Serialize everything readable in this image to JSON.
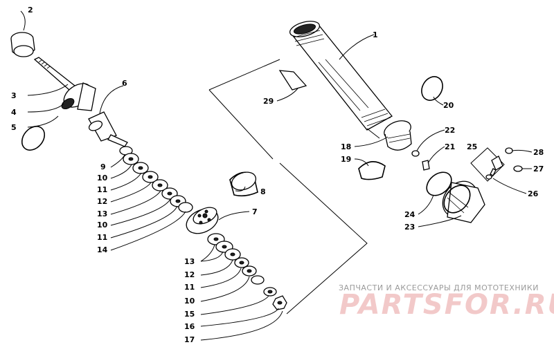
{
  "diagram": {
    "callouts": {
      "c1": "1",
      "c2": "2",
      "c3": "3",
      "c4": "4",
      "c5": "5",
      "c6": "6",
      "c7": "7",
      "c8": "8",
      "c9": "9",
      "c10a": "10",
      "c11a": "11",
      "c12a": "12",
      "c13a": "13",
      "c10b": "10",
      "c11b": "11",
      "c14": "14",
      "c13b": "13",
      "c12b": "12",
      "c11c": "11",
      "c10c": "10",
      "c15": "15",
      "c16": "16",
      "c17": "17",
      "c18": "18",
      "c19": "19",
      "c20": "20",
      "c21": "21",
      "c22": "22",
      "c23": "23",
      "c24": "24",
      "c25": "25",
      "c26": "26",
      "c27": "27",
      "c28": "28",
      "c29": "29"
    }
  },
  "watermark": {
    "caption": "ЗАПЧАСТИ И АКСЕССУАРЫ ДЛЯ МОТОТЕХНИКИ",
    "logo": "PARTSFOR.RU",
    "caption_color": "#9a9a9a",
    "logo_color": "#f2c9c9"
  }
}
